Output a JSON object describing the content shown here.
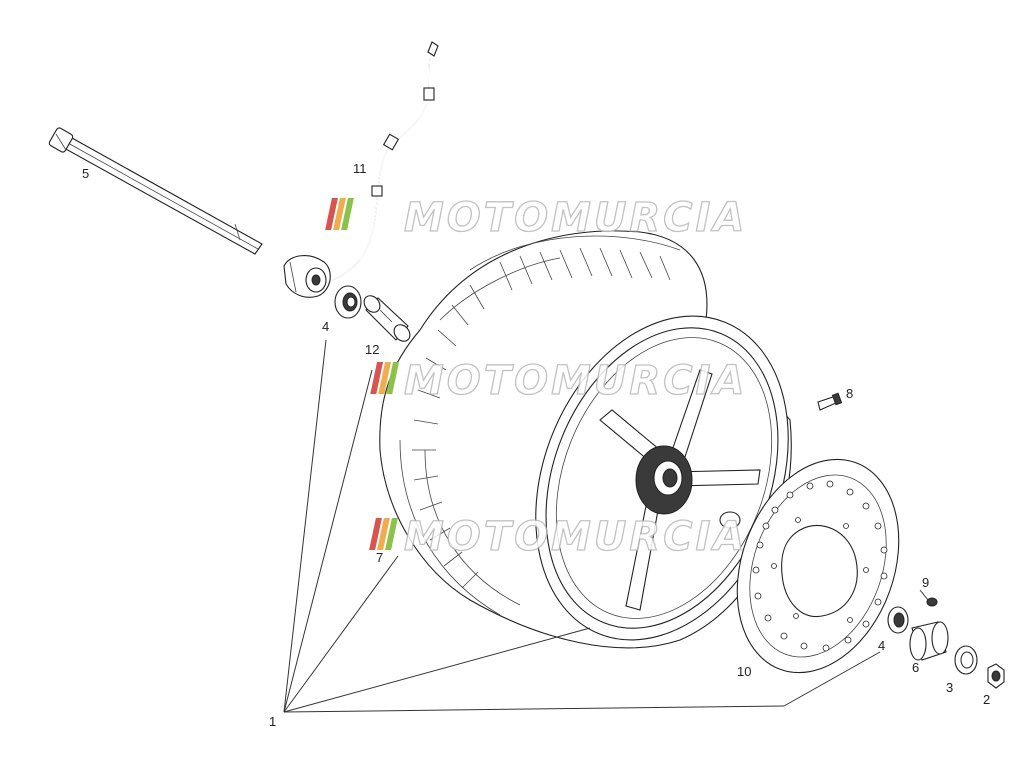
{
  "watermark": {
    "text": "MOTOMURCIA",
    "colors": [
      "#d9534f",
      "#f0ad4e",
      "#8bc34a"
    ]
  },
  "callouts": {
    "c1": "1",
    "c2": "2",
    "c3": "3",
    "c4a": "4",
    "c4b": "4",
    "c5": "5",
    "c6": "6",
    "c7": "7",
    "c8": "8",
    "c9": "9",
    "c10": "10",
    "c11": "11",
    "c12": "12"
  }
}
